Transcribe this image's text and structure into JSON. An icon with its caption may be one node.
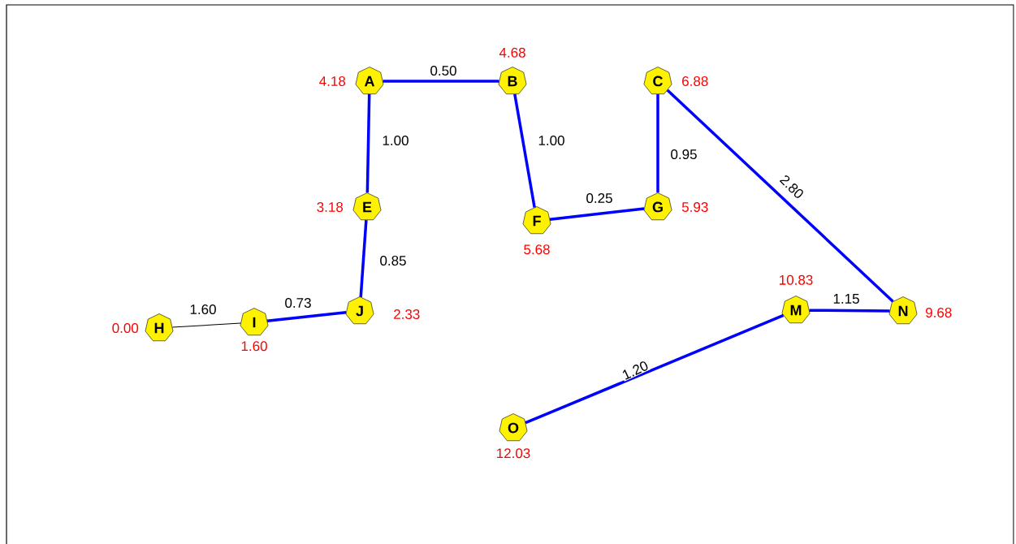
{
  "diagram": {
    "nodes": [
      {
        "text": [
          "A"
        ],
        "beside": [
          "4.18"
        ]
      },
      {
        "text": [
          "B"
        ],
        "beside": [
          "4.68"
        ]
      },
      {
        "text": [
          "C"
        ],
        "beside": [
          "6.88"
        ]
      },
      {
        "text": [
          "E"
        ],
        "beside": [
          "3.18"
        ]
      },
      {
        "text": [
          "F"
        ],
        "beside": [
          "5.68"
        ]
      },
      {
        "text": [
          "G"
        ],
        "beside": [
          "5.93"
        ]
      },
      {
        "text": [
          "H"
        ],
        "beside": [
          "0.00"
        ]
      },
      {
        "text": [
          "I"
        ],
        "beside": [
          "1.60"
        ]
      },
      {
        "text": [
          "J"
        ],
        "beside": [
          "2.33"
        ]
      },
      {
        "text": [
          "M"
        ],
        "beside": [
          "10.83"
        ]
      },
      {
        "text": [
          "N"
        ],
        "beside": [
          "9.68"
        ]
      },
      {
        "text": [
          "O"
        ],
        "beside": [
          "12.03"
        ]
      }
    ],
    "edges": [
      {
        "from": 0,
        "to": 1,
        "arrow": "none",
        "label": "0.50"
      },
      {
        "from": 0,
        "to": 3,
        "arrow": "none",
        "label": "1.00"
      },
      {
        "from": 1,
        "to": 4,
        "arrow": "none",
        "label": "1.00"
      },
      {
        "from": 2,
        "to": 5,
        "arrow": "none",
        "label": "0.95"
      },
      {
        "from": 2,
        "to": 10,
        "arrow": "none",
        "label": "2.80"
      },
      {
        "from": 4,
        "to": 5,
        "arrow": "none",
        "label": "0.25"
      },
      {
        "from": 3,
        "to": 8,
        "arrow": "none",
        "label": "0.85"
      },
      {
        "from": 6,
        "to": 7,
        "arrow": "none",
        "label": "1.60",
        "color": "#000000"
      },
      {
        "from": 7,
        "to": 8,
        "arrow": "none",
        "label": "0.73"
      },
      {
        "from": 9,
        "to": 10,
        "arrow": "none",
        "label": "1.15"
      },
      {
        "from": 9,
        "to": 11,
        "arrow": "none",
        "label": "1.20"
      }
    ]
  }
}
